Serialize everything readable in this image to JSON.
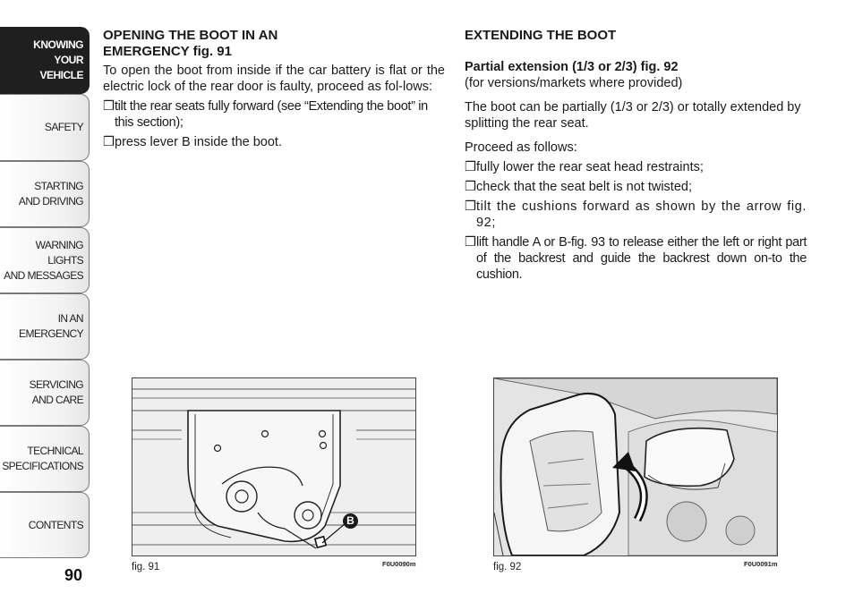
{
  "sidebar": {
    "tabs": [
      {
        "label": "KNOWING\nYOUR\nVEHICLE",
        "active": true
      },
      {
        "label": "SAFETY",
        "active": false
      },
      {
        "label": "STARTING\nAND DRIVING",
        "active": false
      },
      {
        "label": "WARNING LIGHTS\nAND MESSAGES",
        "active": false
      },
      {
        "label": "IN AN\nEMERGENCY",
        "active": false
      },
      {
        "label": "SERVICING\nAND CARE",
        "active": false
      },
      {
        "label": "TECHNICAL\nSPECIFICATIONS",
        "active": false
      },
      {
        "label": "CONTENTS",
        "active": false
      }
    ],
    "active_color": "#1f1f1f"
  },
  "page_number": "90",
  "left_column": {
    "heading_line1": "OPENING THE BOOT IN AN",
    "heading_line2": "EMERGENCY fig. 91",
    "intro": "To open the boot from inside if the car battery is flat or the electric lock of the rear door is faulty, proceed as fol-lows:",
    "bullets": [
      "tilt the rear seats fully forward (see “Extending the boot” in this section);",
      "press lever B inside the boot."
    ],
    "bullet_symbol": "❒"
  },
  "right_column": {
    "heading": "EXTENDING THE BOOT",
    "subheading": "Partial extension (1/3 or 2/3) fig. 92",
    "subnote": "(for versions/markets where provided)",
    "para1": "The boot can be partially (1/3 or 2/3) or totally extended by splitting the rear seat.",
    "para2": "Proceed as follows:",
    "bullets": [
      "fully lower the rear seat head restraints;",
      "check that the seat belt is not twisted;",
      "tilt the cushions forward as shown by the arrow fig. 92;",
      "lift handle A or B-fig. 93 to release either the left or right part of the backrest and guide the backrest down on-to the cushion."
    ],
    "bullet_symbol": "❒"
  },
  "figures": [
    {
      "caption": "fig. 91",
      "code": "F0U0090m",
      "callout": "B"
    },
    {
      "caption": "fig. 92",
      "code": "F0U0091m"
    }
  ]
}
